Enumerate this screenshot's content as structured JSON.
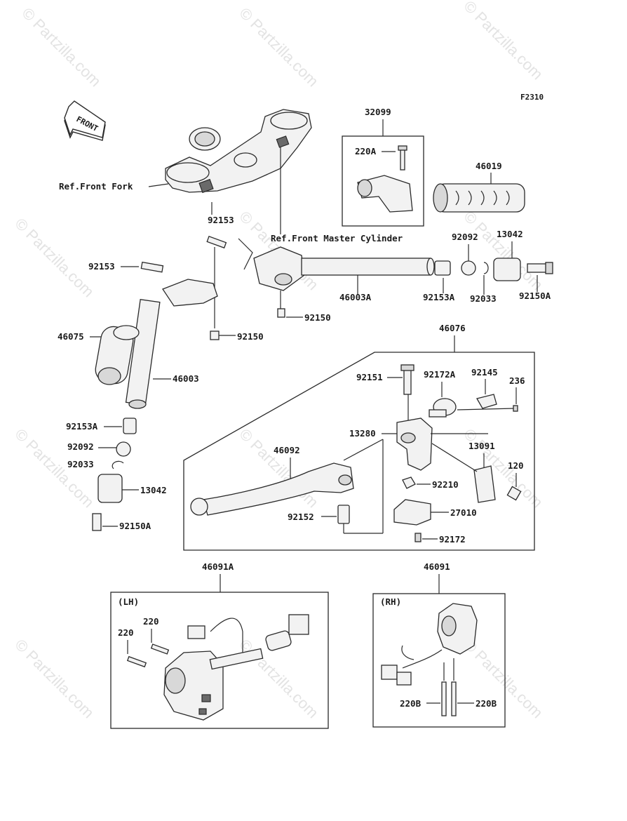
{
  "diagram": {
    "code": "F2310",
    "front_badge": "FRONT",
    "watermark": "© Partzilla.com",
    "refs": {
      "front_fork": "Ref.Front Fork",
      "master_cylinder": "Ref.Front Master Cylinder"
    },
    "parts": {
      "p32099": "32099",
      "p220A": "220A",
      "p46019": "46019",
      "p92092_top": "92092",
      "p13042_top": "13042",
      "p92153_a": "92153",
      "p92153_b": "92153",
      "p92150_mid": "92150",
      "p92150_low": "92150",
      "p46003A": "46003A",
      "p92153A_top": "92153A",
      "p92033_top": "92033",
      "p92150A_top": "92150A",
      "p46075": "46075",
      "p46003": "46003",
      "p46076": "46076",
      "p92151": "92151",
      "p92172A": "92172A",
      "p92145": "92145",
      "p236": "236",
      "p13280": "13280",
      "p13091": "13091",
      "p46092": "46092",
      "p120": "120",
      "p92210": "92210",
      "p27010": "27010",
      "p92152": "92152",
      "p92172": "92172",
      "p92153A_low": "92153A",
      "p92092_low": "92092",
      "p92033_low": "92033",
      "p13042_low": "13042",
      "p92150A_low": "92150A",
      "p46091A": "46091A",
      "p46091": "46091",
      "lh": "(LH)",
      "rh": "(RH)",
      "p220_a": "220",
      "p220_b": "220",
      "p220B_a": "220B",
      "p220B_b": "220B"
    }
  }
}
